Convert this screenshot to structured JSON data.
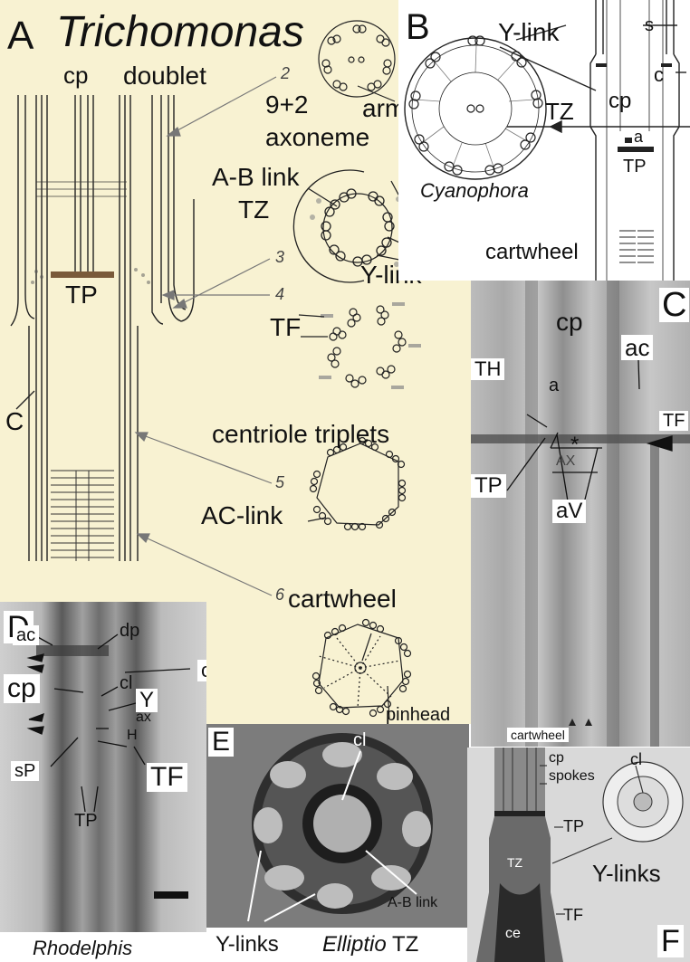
{
  "panelA": {
    "letter": "A",
    "organism": "Trichomonas",
    "labels": {
      "cp": "cp",
      "doublet": "doublet",
      "axoneme_line1": "9+2",
      "axoneme_line2": "axoneme",
      "arm": "arm",
      "ab_link": "A-B link",
      "tz": "TZ",
      "y_link": "Y-link",
      "tf": "TF",
      "tp": "TP",
      "c": "C",
      "centriole_triplets": "centriole triplets",
      "ac_link": "AC-link",
      "cartwheel": "cartwheel",
      "pinhead": "pinhead"
    },
    "section_numbers": [
      "2",
      "3",
      "4",
      "5",
      "6"
    ]
  },
  "panelB": {
    "letter": "B",
    "organism": "Cyanophora",
    "labels": {
      "y_link": "Y-link",
      "s": "s",
      "c": "c",
      "cp": "cp",
      "tz": "TZ",
      "a": "a",
      "tp": "TP",
      "cartwheel": "cartwheel"
    }
  },
  "panelC": {
    "letter": "C",
    "labels": {
      "cp": "cp",
      "ac": "ac",
      "th": "TH",
      "a": "a",
      "tf": "TF",
      "star": "*",
      "ax": "AX",
      "tp": "TP",
      "av": "aV",
      "cartwheel": "cartwheel"
    }
  },
  "panelD": {
    "letter": "D",
    "organism": "Rhodelphis",
    "labels": {
      "dp": "dp",
      "ac": "ac",
      "constriction": "constriction",
      "cl": "cl",
      "cp": "cp",
      "y": "Y",
      "ax": "ax",
      "h": "H",
      "sp": "sP",
      "tf": "TF",
      "tp": "TP"
    }
  },
  "panelE": {
    "letter": "E",
    "organism": "Elliptio",
    "suffix": "TZ",
    "labels": {
      "cl": "cl",
      "ab_link": "A-B link",
      "y_links": "Y-links"
    }
  },
  "panelF": {
    "letter": "F",
    "labels": {
      "cp": "cp",
      "spokes": "spokes",
      "cl": "cl",
      "tp": "TP",
      "tz": "TZ",
      "y_links": "Y-links",
      "tf": "TF",
      "ce": "ce"
    }
  },
  "colors": {
    "panelA_background": "#f8f2d2",
    "tp_plate": "#7a5a3a",
    "em_light": "#c8c8c8",
    "em_dark": "#3a3a3a"
  }
}
